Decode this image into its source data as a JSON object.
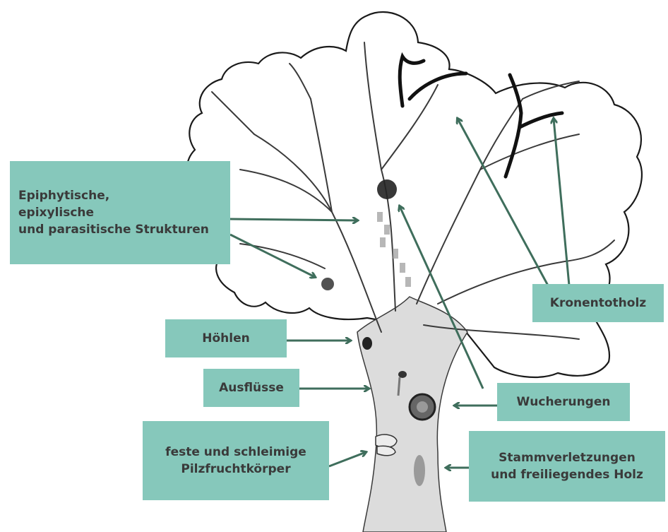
{
  "colors": {
    "label_fill": "#86c8bb",
    "label_text": "#3a3a3a",
    "arrow": "#3f6e5c",
    "tree_line": "#3a3a3a",
    "dead_wood": "#111111",
    "trunk_shade": "#dcdcdc"
  },
  "labels": {
    "epiphytes": "Epiphytische,\nepixylische\nund parasitische Strukturen",
    "crown_deadwood": "Kronentotholz",
    "cavities": "Höhlen",
    "outflows": "Ausflüsse",
    "growths": "Wucherungen",
    "fungi": "feste und schleimige\nPilzfruchtkörper",
    "stem_injuries": "Stammverletzungen\nund freiliegendes Holz"
  }
}
